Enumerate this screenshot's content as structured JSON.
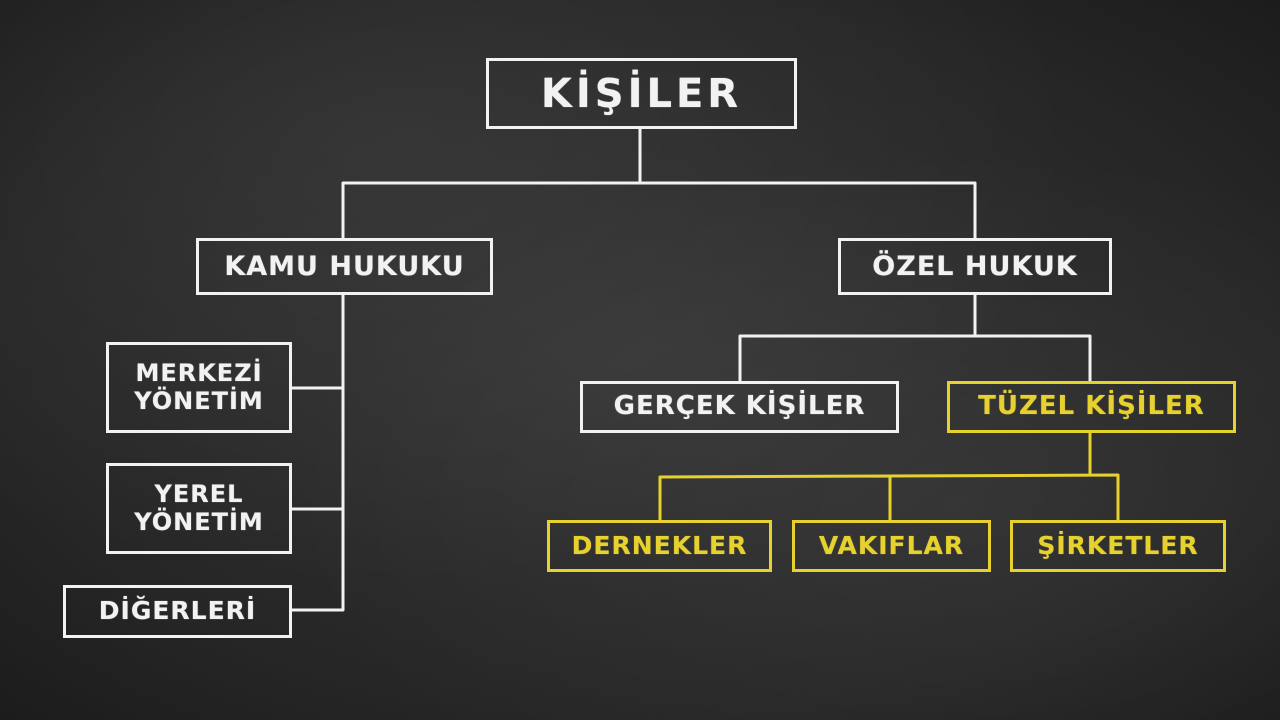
{
  "colors": {
    "chalk_white": "#f2f2f2",
    "chalk_yellow": "#e6d12e",
    "board": "#2a2a2a"
  },
  "nodes": {
    "root": "KİŞİLER",
    "kamu_hukuku": "KAMU HUKUKU",
    "ozel_hukuk": "ÖZEL HUKUK",
    "merkezi_yonetim": "MERKEZİ\nYÖNETİM",
    "yerel_yonetim": "YEREL\nYÖNETİM",
    "digerleri": "DİĞERLERİ",
    "gercek_kisiler": "GERÇEK KİŞİLER",
    "tuzel_kisiler": "TÜZEL KİŞİLER",
    "dernekler": "DERNEKLER",
    "vakiflar": "VAKIFLAR",
    "sirketler": "ŞİRKETLER"
  },
  "edges": [
    {
      "from": "root",
      "to": "kamu_hukuku"
    },
    {
      "from": "root",
      "to": "ozel_hukuk"
    },
    {
      "from": "kamu_hukuku",
      "to": "merkezi_yonetim"
    },
    {
      "from": "kamu_hukuku",
      "to": "yerel_yonetim"
    },
    {
      "from": "kamu_hukuku",
      "to": "digerleri"
    },
    {
      "from": "ozel_hukuk",
      "to": "gercek_kisiler"
    },
    {
      "from": "ozel_hukuk",
      "to": "tuzel_kisiler"
    },
    {
      "from": "tuzel_kisiler",
      "to": "dernekler",
      "highlight": true
    },
    {
      "from": "tuzel_kisiler",
      "to": "vakiflar",
      "highlight": true
    },
    {
      "from": "tuzel_kisiler",
      "to": "sirketler",
      "highlight": true
    }
  ]
}
